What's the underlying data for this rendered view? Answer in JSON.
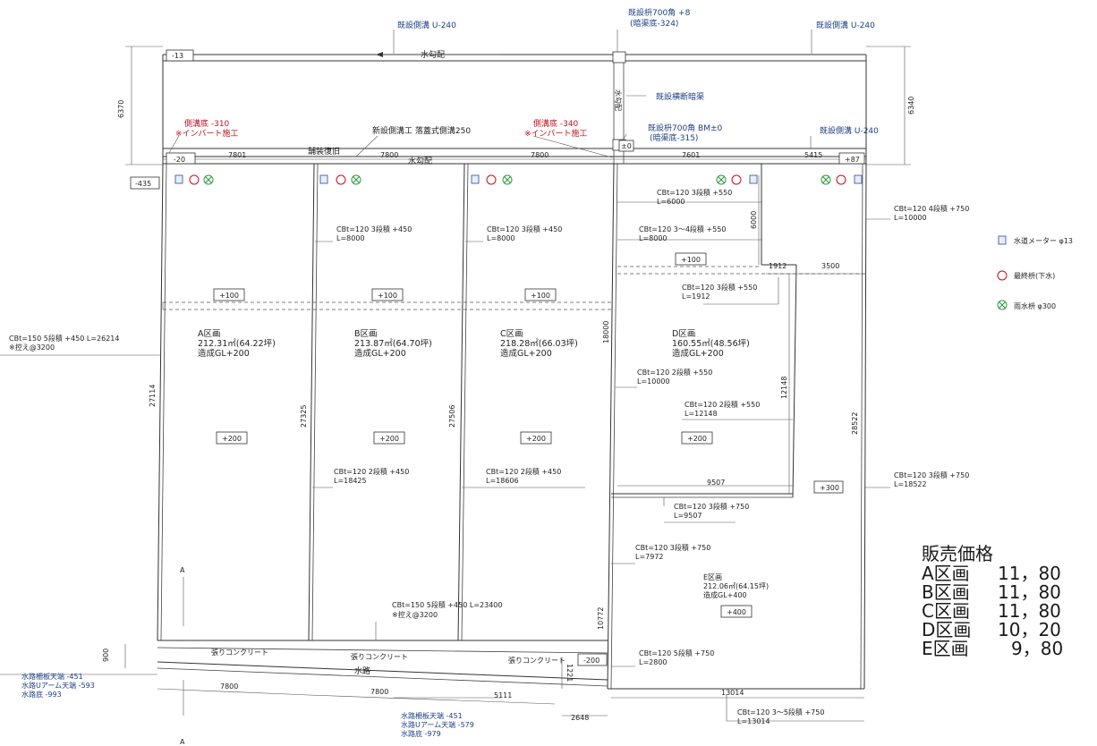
{
  "top": {
    "existing_ditch_1": "既設側溝 U-240",
    "existing_pit_top_1": "既設枡700角 +8",
    "existing_pit_top_2": "(暗渠底-324)",
    "existing_ditch_2": "既設側溝 U-240",
    "level_minus13": "-13",
    "slope_label": "水勾配",
    "slope_vertical": "水勾配",
    "dim_left": "6370",
    "dim_right": "6340",
    "cross_culvert": "既設横断暗渠",
    "existing_pit_mid_1": "既設枡700角 BM±0",
    "existing_pit_mid_2": "(暗渠底-315)",
    "existing_ditch_3": "既設側溝 U-240",
    "ditch_bottom_1": "側溝底 -310",
    "invert_1": "※インバート施工",
    "ditch_bottom_2": "側溝底 -340",
    "invert_2": "※インバート施工",
    "new_ditch": "新設側溝工 落蓋式側溝250",
    "pavement": "舗装復旧",
    "level_minus20": "-20",
    "level_pm0": "±0",
    "level_plus87": "+87",
    "level_minus435": "-435",
    "dim_7801": "7801",
    "dim_7800a": "7800",
    "dim_7800b": "7800",
    "dim_7601": "7601",
    "dim_5415": "5415"
  },
  "walls": {
    "cb_top_a1": "CBt=120 3段積 +450",
    "cb_top_a2": "L=8000",
    "cb_top_b1": "CBt=120 3段積 +450",
    "cb_top_b2": "L=8000",
    "cb_d1_1": "CBt=120 3段積 +550",
    "cb_d1_2": "L=6000",
    "cb_d2_1": "CBt=120 3～4段積 +550",
    "cb_d2_2": "L=8000",
    "cb_right1_1": "CBt=120 4段積 +750",
    "cb_right1_2": "L=10000",
    "cb_d3_1": "CBt=120 3段積 +550",
    "cb_d3_2": "L=1912",
    "cb_left_1": "CBt=150 5段積 +450 L=26214",
    "cb_left_2": "※控え@3200",
    "cb_d4_1": "CBt=120 2段積 +550",
    "cb_d4_2": "L=10000",
    "cb_d5_1": "CBt=120 2段積 +550",
    "cb_d5_2": "L=12148",
    "cb_mid_a1": "CBt=120 2段積 +450",
    "cb_mid_a2": "L=18425",
    "cb_mid_b1": "CBt=120 2段積 +450",
    "cb_mid_b2": "L=18606",
    "cb_right2_1": "CBt=120 3段積 +750",
    "cb_right2_2": "L=18522",
    "cb_e1_1": "CBt=120 3段積 +750",
    "cb_e1_2": "L=9507",
    "cb_e2_1": "CBt=120 3段積 +750",
    "cb_e2_2": "L=7972",
    "cb_bottom_1": "CBt=150 5段積 +450 L=23400",
    "cb_bottom_2": "※控え@3200",
    "cb_e3_1": "CBt=120 5段積 +750",
    "cb_e3_2": "L=2800",
    "cb_e4_1": "CBt=120 3～5段積 +750",
    "cb_e4_2": "L=13014"
  },
  "dims": {
    "d6000": "6000",
    "d1912": "1912",
    "d3500": "3500",
    "d18000": "18000",
    "d12148": "12148",
    "d27114": "27114",
    "d27325": "27325",
    "d27506": "27506",
    "d28522": "28522",
    "d9507": "9507",
    "d10772": "10772",
    "d13014": "13014",
    "d900": "900",
    "d1221": "1221",
    "d2648": "2648",
    "d7800c": "7800",
    "d7800d": "7800",
    "d5111": "5111",
    "sec_a_top": "A",
    "sec_a_bottom": "A"
  },
  "levels": {
    "p100_a": "+100",
    "p100_b": "+100",
    "p100_c": "+100",
    "p100_d": "+100",
    "p200_a": "+200",
    "p200_b": "+200",
    "p200_c": "+200",
    "p200_d": "+200",
    "p300": "+300",
    "p400": "+400",
    "m200": "-200"
  },
  "lots": {
    "a_name": "A区画",
    "a_area": "212.31㎡(64.22坪)",
    "a_grade": "造成GL+200",
    "b_name": "B区画",
    "b_area": "213.87㎡(64.70坪)",
    "b_grade": "造成GL+200",
    "c_name": "C区画",
    "c_area": "218.28㎡(66.03坪)",
    "c_grade": "造成GL+200",
    "d_name": "D区画",
    "d_area": "160.55㎡(48.56坪)",
    "d_grade": "造成GL+200",
    "e_name": "E区画",
    "e_area": "212.06㎡(64.15坪)",
    "e_grade": "造成GL+400"
  },
  "bottom": {
    "concrete_1": "張りコンクリート",
    "concrete_2": "張りコンクリート",
    "concrete_3": "張りコンクリート",
    "waterway": "水路",
    "left_1": "水路柵板天端 -451",
    "left_2": "水路Uアーム天端 -593",
    "left_3": "水路底 -993",
    "mid_1": "水路柵板天端 -451",
    "mid_2": "水路Uアーム天端 -579",
    "mid_3": "水路底 -979"
  },
  "legend": {
    "meter": "水道メーター φ13",
    "sewer": "最終枡(下水)",
    "rain": "雨水枡 φ300",
    "meter_icon": "water-meter-icon",
    "sewer_icon": "sewer-pit-icon",
    "rain_icon": "rain-pit-icon"
  },
  "prices": {
    "title": "販売価格",
    "rows": [
      {
        "lot": "A区画",
        "price": "11，80"
      },
      {
        "lot": "B区画",
        "price": "11，80"
      },
      {
        "lot": "C区画",
        "price": "11，80"
      },
      {
        "lot": "D区画",
        "price": "10，20"
      },
      {
        "lot": "E区画",
        "price": "9，80"
      }
    ]
  },
  "colors": {
    "annotation_blue": "#1f3f86",
    "annotation_red": "#c0101f",
    "rain_green": "#2a9a3a"
  }
}
